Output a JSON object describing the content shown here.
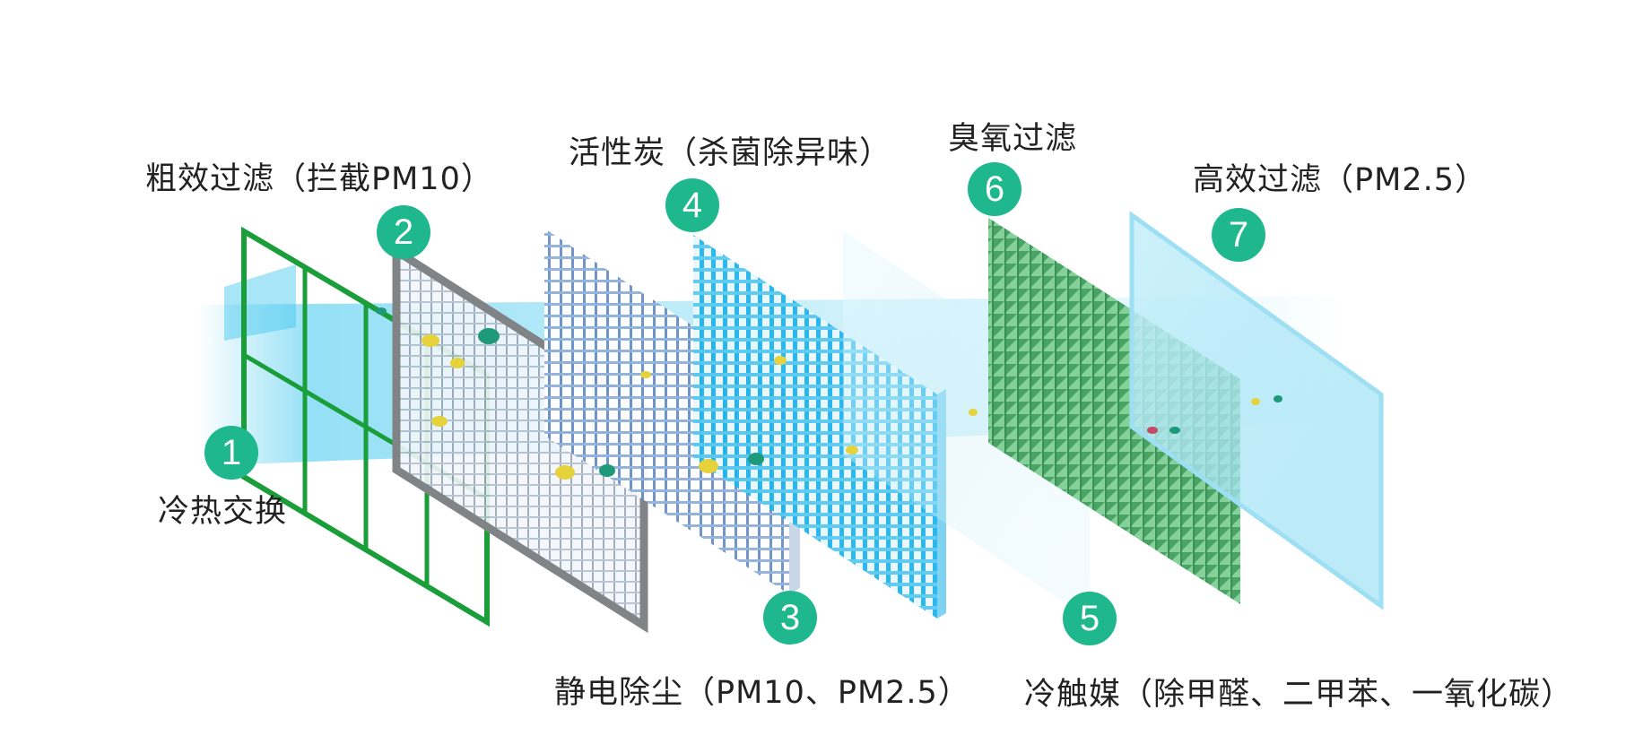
{
  "colors": {
    "badge": "#1fb88e",
    "frame_green": "#1a9e3a",
    "frame_gray": "#808486",
    "air_blue": "#3cc6ee",
    "mesh_blue": "#20b4ec",
    "mesh_green": "#4cae6a",
    "glass_blue": "#a8e6f6"
  },
  "layers": [
    {
      "number": "1",
      "label": "冷热交换",
      "icon": "green-frame-grid"
    },
    {
      "number": "2",
      "label": "粗效过滤（拦截PM10）",
      "icon": "gray-frame-mesh"
    },
    {
      "number": "3",
      "label": "静电除尘（PM10、PM2.5）",
      "icon": "white-mesh"
    },
    {
      "number": "4",
      "label": "活性炭（杀菌除异味）",
      "icon": "blue-mesh"
    },
    {
      "number": "5",
      "label": "冷触媒（除甲醛、二甲苯、一氧化碳）",
      "icon": "clear-panel"
    },
    {
      "number": "6",
      "label": "臭氧过滤",
      "icon": "green-mesh"
    },
    {
      "number": "7",
      "label": "高效过滤（PM2.5）",
      "icon": "glass-panel"
    }
  ]
}
